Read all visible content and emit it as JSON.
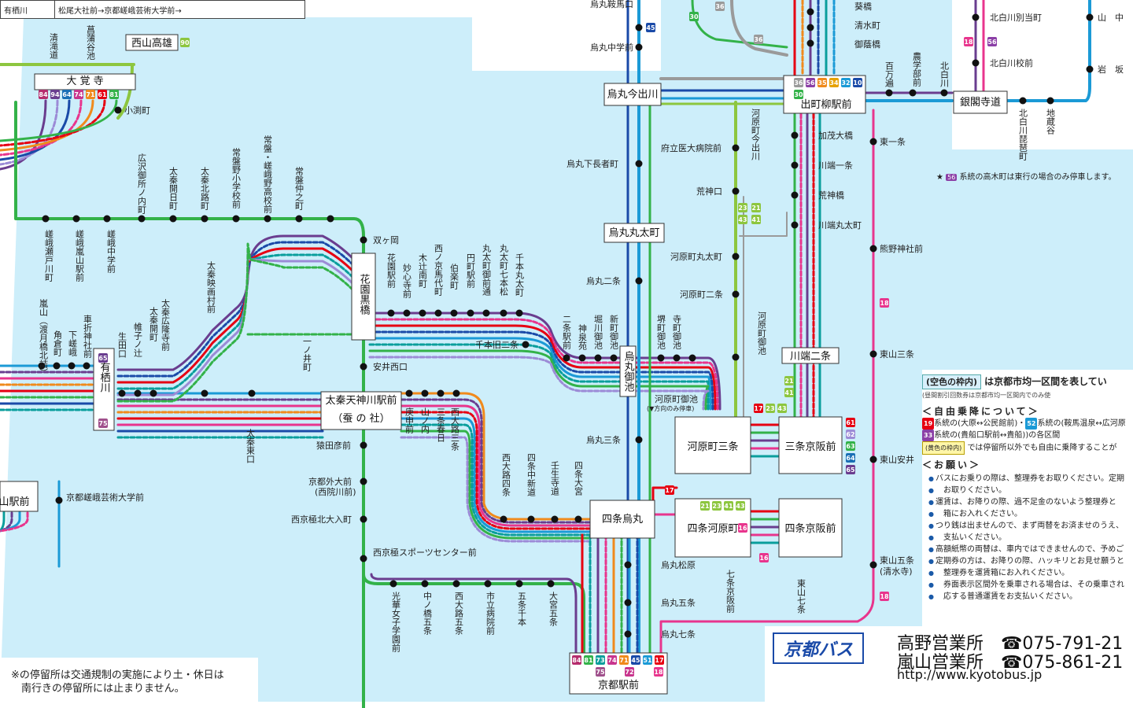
{
  "map": {
    "stops": [
      {
        "id": "s_kitaomiya",
        "label": "烏丸鞍馬口"
      },
      {
        "id": "s_karasumachugakumae",
        "label": "烏丸中学前"
      },
      {
        "id": "s_shimochojamachi",
        "label": "烏丸下長者町"
      },
      {
        "id": "s_karasumaruniijo",
        "label": "烏丸二条"
      },
      {
        "id": "s_karasumarusanjo",
        "label": "烏丸三条"
      },
      {
        "id": "s_matsubara",
        "label": "烏丸松原"
      },
      {
        "id": "s_gojo",
        "label": "烏丸五条"
      },
      {
        "id": "s_shichijo",
        "label": "烏丸七条"
      },
      {
        "id": "s_furitsuidai",
        "label": "府立医大病院前"
      },
      {
        "id": "s_kojinguchi",
        "label": "荒神口"
      },
      {
        "id": "s_marutamachi_kw",
        "label": "河原町丸太町"
      },
      {
        "id": "s_nijo_kw",
        "label": "河原町二条"
      },
      {
        "id": "s_oikecho",
        "label": "河原町御池"
      },
      {
        "id": "s_kawabata_nijo",
        "label": "川端二条"
      },
      {
        "id": "s_kamo_oh",
        "label": "加茂大橋"
      },
      {
        "id": "s_kawabata_ichijo",
        "label": "川端一条"
      },
      {
        "id": "s_kojinbashi",
        "label": "荒神橋"
      },
      {
        "id": "s_kawabata_marutamachi",
        "label": "川端丸太町"
      },
      {
        "id": "s_aoibashi",
        "label": "葵橋"
      },
      {
        "id": "s_shimizu",
        "label": "清水町"
      },
      {
        "id": "s_mikage",
        "label": "御蔭橋"
      },
      {
        "id": "s_higashiichijo",
        "label": "東一条"
      },
      {
        "id": "s_kumano",
        "label": "熊野神社前"
      },
      {
        "id": "s_higashiyama_sanjo",
        "label": "東山三条"
      },
      {
        "id": "s_higashiyama_yasui",
        "label": "東山安井"
      },
      {
        "id": "s_higashiyama_gojo",
        "label": "東山五条"
      },
      {
        "id": "s_kiyomizu",
        "label": "(清水寺)"
      },
      {
        "id": "s_kitashirakawa_betto",
        "label": "北白川別当町"
      },
      {
        "id": "s_kitashirakawa_school",
        "label": "北白川校前"
      },
      {
        "id": "s_yamanaka",
        "label": "山　中"
      },
      {
        "id": "s_iwasaka",
        "label": "岩　坂"
      },
      {
        "id": "s_komagatacho",
        "label": "小渕町"
      },
      {
        "id": "s_futagaoka",
        "label": "双ヶ岡"
      },
      {
        "id": "s_yasuinishiguchi",
        "label": "安井西口"
      },
      {
        "id": "s_sendanbayashi",
        "label": "千本旧二条"
      },
      {
        "id": "s_enmachi",
        "label": "猿田彦前"
      },
      {
        "id": "s_gaidaimae",
        "label": "京都外大前"
      },
      {
        "id": "s_gaidaimae_sub",
        "label": "(西院川前)"
      },
      {
        "id": "s_kitaoiri",
        "label": "西京極北大入町"
      },
      {
        "id": "s_sports",
        "label": "西京極スポーツセンター前"
      },
      {
        "id": "s_geidai",
        "label": "京都嵯峨芸術大学前"
      },
      {
        "id": "s_nishiyamatakao",
        "label": "西山高雄"
      }
    ],
    "vertical_stops": [
      {
        "id": "v_seitaki",
        "label": "清滝道"
      },
      {
        "id": "v_shobu",
        "label": "菖蒲谷池"
      },
      {
        "id": "v_hirosawa",
        "label": "広沢御所ノ内町"
      },
      {
        "id": "v_uzumasa_kaibi",
        "label": "太秦開日町"
      },
      {
        "id": "v_uzumasa_kitaji",
        "label": "太秦北路町"
      },
      {
        "id": "v_tokiwa_elem",
        "label": "常盤野小学校前"
      },
      {
        "id": "v_tokiwa_saga",
        "label": "常盤・嵯峨野高校前"
      },
      {
        "id": "v_tokiwa_naka",
        "label": "常盤仲之町"
      },
      {
        "id": "v_saga_segawa",
        "label": "嵯峨瀬戸川町"
      },
      {
        "id": "v_saga_arashiyama",
        "label": "嵯峨嵐山駅前"
      },
      {
        "id": "v_saga_jhs",
        "label": "嵯峨中学前"
      },
      {
        "id": "v_arashiyama_tamagawa",
        "label": "嵐山（渡月橋北詰）"
      },
      {
        "id": "v_kado",
        "label": "角倉町"
      },
      {
        "id": "v_shimosaga",
        "label": "下嵯峨"
      },
      {
        "id": "v_kurumazaki",
        "label": "車折神社前"
      },
      {
        "id": "v_ikuta",
        "label": "生田口"
      },
      {
        "id": "v_katabira",
        "label": "帷子ノ辻"
      },
      {
        "id": "v_uzumasa_kaikyo",
        "label": "太秦開町"
      },
      {
        "id": "v_uzumasa_hiroryu",
        "label": "太秦広隆寺前"
      },
      {
        "id": "v_eigamura",
        "label": "太秦映画村前"
      },
      {
        "id": "v_ichinoi",
        "label": "一ノ井町"
      },
      {
        "id": "v_uzumasa_higashi",
        "label": "太秦東口"
      },
      {
        "id": "v_hanazono_eki",
        "label": "花園駅前"
      },
      {
        "id": "v_myoshinji",
        "label": "妙心寺前"
      },
      {
        "id": "v_kitsuji",
        "label": "木辻南町"
      },
      {
        "id": "v_nishinokyo",
        "label": "西ノ京馬代町"
      },
      {
        "id": "v_hakuraku",
        "label": "伯楽町"
      },
      {
        "id": "v_enmachieki",
        "label": "円町駅前"
      },
      {
        "id": "v_marutamachi_gozen",
        "label": "丸太町御前通"
      },
      {
        "id": "v_marutamachi_shichi",
        "label": "丸太町七本松"
      },
      {
        "id": "v_senbon_maruta",
        "label": "千本丸太町"
      },
      {
        "id": "v_nijoeki",
        "label": "二条駅前"
      },
      {
        "id": "v_shinsenen",
        "label": "神泉苑"
      },
      {
        "id": "v_horikawa",
        "label": "堀川御池"
      },
      {
        "id": "v_shinmachi",
        "label": "新町御池"
      },
      {
        "id": "v_sakaimachi",
        "label": "堺町御池"
      },
      {
        "id": "v_teramachi",
        "label": "寺町御池"
      },
      {
        "id": "v_yakuen",
        "label": "庚申前"
      },
      {
        "id": "v_yamanouchi",
        "label": "山ノ内"
      },
      {
        "id": "v_sanjo_kasuga",
        "label": "三条春日"
      },
      {
        "id": "v_nishioji_sanjo",
        "label": "西大路三条"
      },
      {
        "id": "v_nishioji_shijo",
        "label": "西大路四条"
      },
      {
        "id": "v_shijo_nakashin",
        "label": "四条中新道"
      },
      {
        "id": "v_mibu",
        "label": "壬生寺道"
      },
      {
        "id": "v_shijo_omiya",
        "label": "四条大宮"
      },
      {
        "id": "v_kosei",
        "label": "光華女子学園前"
      },
      {
        "id": "v_nakanohashi",
        "label": "中ノ橋五条"
      },
      {
        "id": "v_nishioji_gojo",
        "label": "西大路五条"
      },
      {
        "id": "v_shiritsu",
        "label": "市立病院前"
      },
      {
        "id": "v_gojo_senbon",
        "label": "五条千本"
      },
      {
        "id": "v_omiya_gojo",
        "label": "大宮五条"
      },
      {
        "id": "v_hyakumanben",
        "label": "百万遍"
      },
      {
        "id": "v_nogakubu",
        "label": "農学部前"
      },
      {
        "id": "v_kitashirakawa",
        "label": "北白川"
      },
      {
        "id": "v_biwa",
        "label": "北白川琵琶町"
      },
      {
        "id": "v_jizodani",
        "label": "地蔵谷"
      },
      {
        "id": "v_imadegawa_kw",
        "label": "河原町今出川"
      },
      {
        "id": "v_shichijo_kw",
        "label": "七条京阪前"
      },
      {
        "id": "v_higashiyama_shichijo",
        "label": "東山七条"
      },
      {
        "id": "v_kawabata_oike",
        "label": "河原町御池"
      }
    ],
    "hubs": [
      {
        "id": "h_daikakuji",
        "label": "大 覚 寺"
      },
      {
        "id": "h_imadegawa",
        "label": "烏丸今出川"
      },
      {
        "id": "h_marutamachi",
        "label": "烏丸丸太町"
      },
      {
        "id": "h_demachi",
        "label": "出町柳駅前"
      },
      {
        "id": "h_ginkakuji",
        "label": "銀閣寺道"
      },
      {
        "id": "h_hanazono",
        "label": "花園黒橋"
      },
      {
        "id": "h_arisugawa",
        "label": "有栖川"
      },
      {
        "id": "h_uzumasa_1",
        "label": "太秦天神川駅前"
      },
      {
        "id": "h_uzumasa_2",
        "label": "（蚕 の 社）"
      },
      {
        "id": "h_oike",
        "label": "烏丸御池"
      },
      {
        "id": "h_kawaramachi_sanjo",
        "label": "河原町三条"
      },
      {
        "id": "h_sanjo_keihan",
        "label": "三条京阪前"
      },
      {
        "id": "h_shijo_karasuma",
        "label": "四条烏丸"
      },
      {
        "id": "h_shijo_kawaramachi",
        "label": "四条河原町"
      },
      {
        "id": "h_shijo_keihan",
        "label": "四条京阪前"
      },
      {
        "id": "h_kawabata_nijo",
        "label": "川端二条"
      },
      {
        "id": "h_kyoto_station",
        "label": "京都駅前"
      },
      {
        "id": "h_arashiyama_eki",
        "label": "山駅前"
      }
    ],
    "route_numbers": {
      "daikakuji": [
        "84",
        "94",
        "64",
        "74",
        "71",
        "61",
        "81"
      ],
      "demachi_top": [
        "36",
        "56",
        "35",
        "34",
        "32",
        "10"
      ],
      "demachi_bottom": [
        "30"
      ],
      "kyoto_station_top": [
        "84",
        "81",
        "73",
        "74",
        "71",
        "45",
        "51",
        "17"
      ],
      "kyoto_station_bottom": [
        "75",
        "72",
        "18"
      ],
      "sanjo_keihan": [
        "61",
        "62",
        "63",
        "64",
        "65"
      ],
      "shijo_kawaramachi": [
        "21",
        "23",
        "41",
        "43"
      ],
      "arisugawa_top": "65",
      "arisugawa_bottom": "75",
      "nishiyama": "90",
      "kawaramachi_up": [
        "23",
        "43"
      ],
      "kawaramachi_down": [
        "21",
        "41"
      ],
      "kawabata": [
        "21",
        "41"
      ],
      "oike_badges": [
        "17",
        "23",
        "43"
      ],
      "route18": "18",
      "route16": "16",
      "route17": "17",
      "route45": "45",
      "route30": "30",
      "route36": "36",
      "route56": "56"
    },
    "oike_note": "(▼方向のみ停車)",
    "oike_stop": "河原町御池",
    "colors": {
      "water": "#cdeefa",
      "route_blue": "#1b9ad6",
      "route_green": "#33b249",
      "route_purple": "#6a3d8f",
      "route_pink": "#e8358d",
      "route_orange": "#f08a1c",
      "route_red": "#e60012",
      "route_lightgreen": "#8dc63f",
      "route_teal": "#0a9e9c",
      "route_gray": "#9a9a9a",
      "route_navy": "#1a4aa8",
      "route_violet": "#9c8bd6"
    }
  },
  "legend": {
    "row1_a": "有栖川",
    "row1_b": "松尾大社前→京都嵯峨芸術大学前→"
  },
  "note_sb": {
    "prefix": "★",
    "badge": "56",
    "text": "系統の高木町は東行の場合のみ停車します。"
  },
  "info": {
    "box": "(空色の枠内)",
    "headline": "は京都市均一区間を表してい",
    "sub": "(昼間割引回数券は京都市均一区間内でのみ使",
    "free_title": "＜自由乗降について＞",
    "free_1_badge": "19",
    "free_1": "系統の(大原↔公民館前)・",
    "free_1_badge2": "52",
    "free_1b": "系統の(鞍馬温泉↔広河原",
    "free_2_badge": "33",
    "free_2": "系統の(貴船口駅前↔貴船))の各区間",
    "free_3_box": "(黄色の枠内)",
    "free_3": "では停留所以外でも自由に乗降することが",
    "req_title": "＜お願い＞",
    "req": [
      "バスにお乗りの際は、整理券をお取りください。定期",
      "　お取りください。",
      "運賃は、お降りの際、過不足金のないよう整理券と",
      "　箱にお入れください。",
      "つり銭は出ませんので、まず両替をお済ませのうえ、",
      "　支払いください。",
      "高額紙幣の両替は、車内ではできませんので、予めご",
      "定期券の方は、お降りの際、ハッキリとお見せ願うと",
      "　整理券を運賃箱にお入れください。",
      "　券面表示区間外を乗車される場合は、その乗車され",
      "　応する普通運賃をお支払いください。"
    ]
  },
  "brand": {
    "logo": "京都バス",
    "office1": "高野営業所　☎075-791-21",
    "office2": "嵐山営業所　☎075-861-21",
    "url": "http://www.kyotobus.jp"
  },
  "footnote": {
    "line1": "※の停留所は交通規制の実施により土・休日は",
    "line2": "　南行きの停留所には止まりません。"
  }
}
